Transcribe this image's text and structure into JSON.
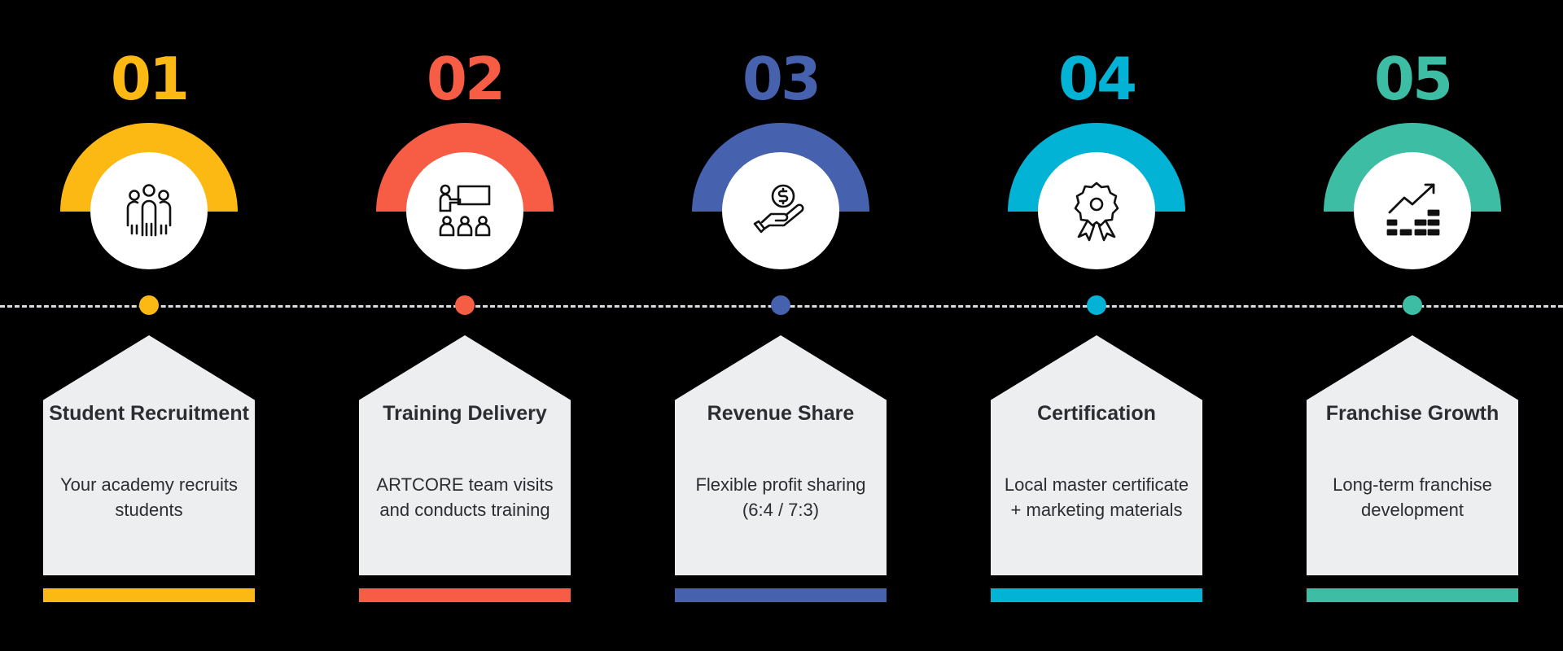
{
  "steps": [
    {
      "number": "01",
      "title": "Student Recruitment",
      "description": "Your academy recruits students",
      "color": "#fcb813",
      "icon": "group-people-icon"
    },
    {
      "number": "02",
      "title": "Training Delivery",
      "description": "ARTCORE team visits and conducts training",
      "color": "#f75c45",
      "icon": "presentation-classroom-icon"
    },
    {
      "number": "03",
      "title": "Revenue Share",
      "description": "Flexible profit sharing (6:4 / 7:3)",
      "color": "#4661ad",
      "icon": "hand-money-icon"
    },
    {
      "number": "04",
      "title": "Certification",
      "description": "Local master certificate + marketing materials",
      "color": "#02b3d6",
      "icon": "award-ribbon-icon"
    },
    {
      "number": "05",
      "title": "Franchise Growth",
      "description": "Long-term franchise development",
      "color": "#3dbea4",
      "icon": "growth-chart-icon"
    }
  ]
}
